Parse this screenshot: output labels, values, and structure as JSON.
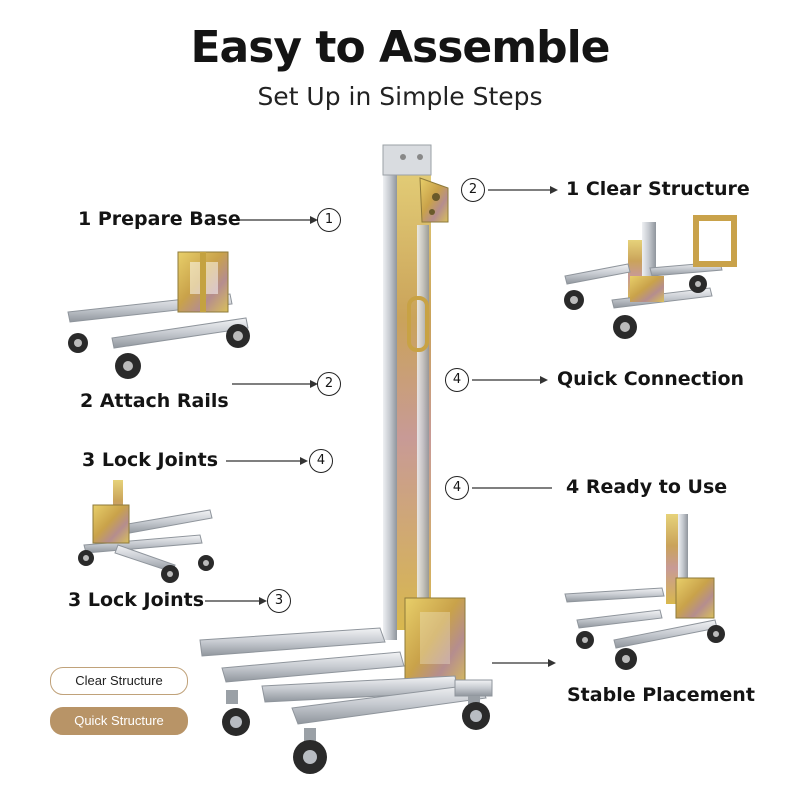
{
  "header": {
    "title": "Easy to Assemble",
    "subtitle": "Set Up in Simple Steps"
  },
  "labels": {
    "prepare_base": "1 Prepare Base",
    "attach_rails": "2 Attach Rails",
    "lock_joints_a": "3 Lock Joints",
    "lock_joints_b": "3 Lock Joints",
    "clear_structure": "1 Clear Structure",
    "quick_connection": "Quick Connection",
    "ready_to_use": "4 Ready to Use",
    "stable_placement": "Stable Placement"
  },
  "markers": {
    "prepare_base": "1",
    "attach_rails": "2",
    "lock_joints_a": "4",
    "lock_joints_b": "3",
    "clear_structure": "2",
    "quick_connection": "4",
    "ready_to_use": "4"
  },
  "badges": {
    "clear_structure": "Clear Structure",
    "quick_structure": "Quick Structure"
  },
  "colors": {
    "badge_accent": "#b89467",
    "badge_border": "#c0a27a",
    "steel": "#c9ccd1",
    "zinc_gold": "#d4b24a",
    "text": "#141414"
  }
}
